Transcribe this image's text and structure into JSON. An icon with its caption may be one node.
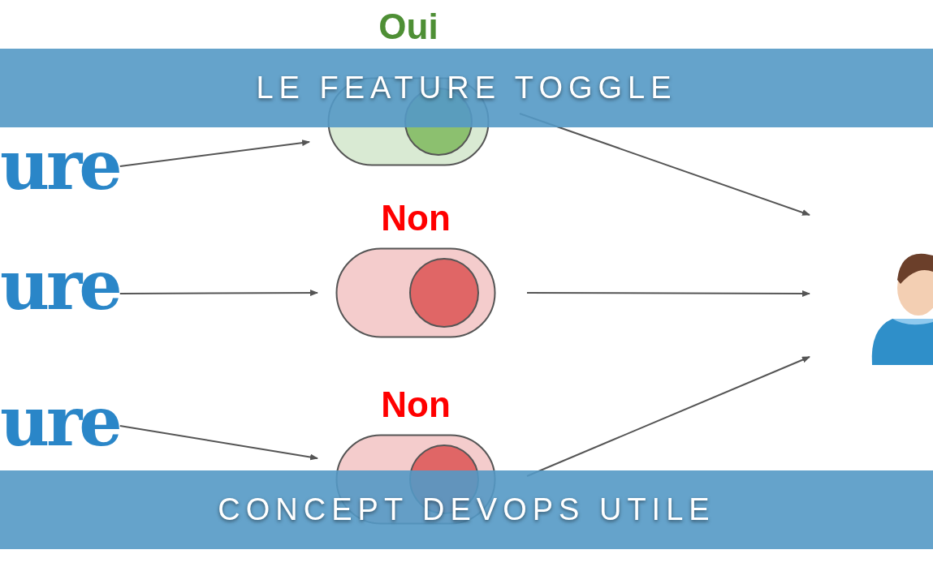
{
  "diagram": {
    "title": "LE FEATURE TOGGLE",
    "caption": "CONCEPT DEVOPS UTILE",
    "nodes": [
      {
        "text": [
          "ure"
        ]
      },
      {
        "text": [
          "Oui"
        ]
      },
      {
        "text": [
          "ure"
        ]
      },
      {
        "text": [
          "Non"
        ]
      },
      {
        "text": [
          "ure"
        ]
      },
      {
        "text": [
          "Non"
        ]
      },
      {
        "text": [],
        "shape": "person"
      }
    ],
    "edges": [
      {
        "from": 0,
        "to": 1,
        "arrow": "to"
      },
      {
        "from": 1,
        "to": 6,
        "arrow": "to"
      },
      {
        "from": 2,
        "to": 3,
        "arrow": "to"
      },
      {
        "from": 3,
        "to": 6,
        "arrow": "to"
      },
      {
        "from": 4,
        "to": 5,
        "arrow": "to"
      },
      {
        "from": 5,
        "to": 6,
        "arrow": "to"
      }
    ]
  }
}
